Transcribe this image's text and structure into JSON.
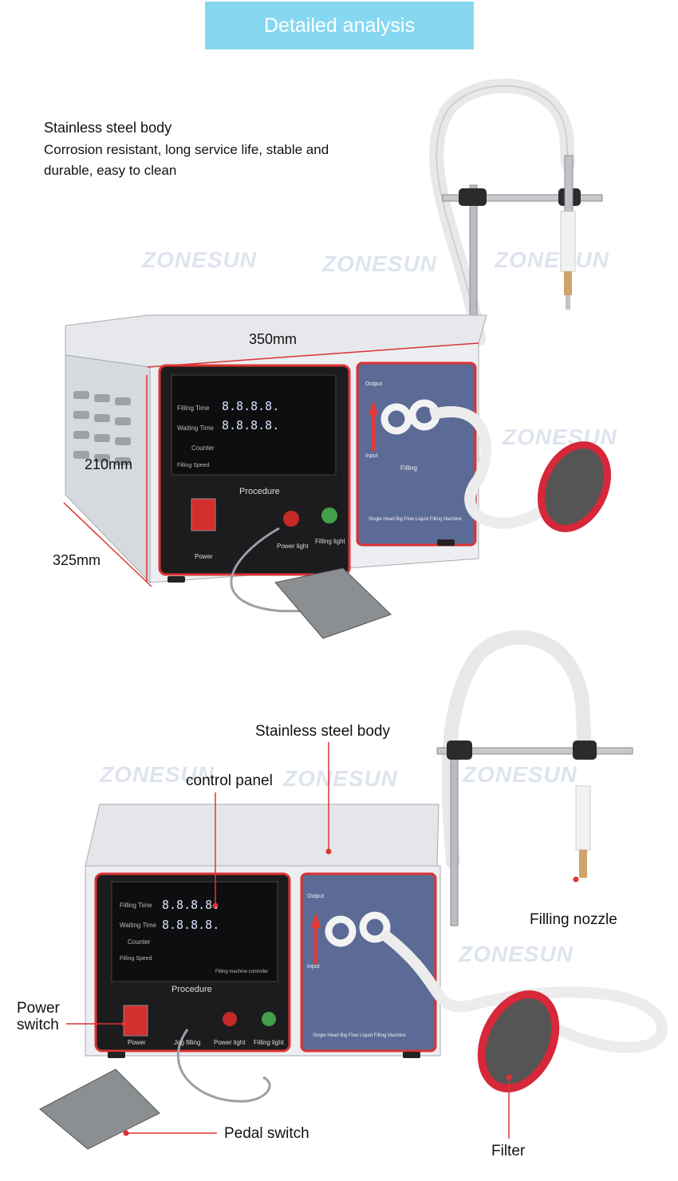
{
  "banner": {
    "title": "Detailed analysis"
  },
  "section1": {
    "heading": "Stainless steel body",
    "description_line1": "Corrosion resistant, long service life, stable and",
    "description_line2": "durable, easy to clean",
    "dim_width": "350mm",
    "dim_height": "210mm",
    "dim_depth": "325mm"
  },
  "section2": {
    "label_body": "Stainless steel body",
    "label_control_panel": "control panel",
    "label_filling_nozzle": "Filling nozzle",
    "label_power_switch_1": "Power",
    "label_power_switch_2": "switch",
    "label_pedal_switch": "Pedal switch",
    "label_filter": "Filter"
  },
  "machine_panel": {
    "filling_time": "Filling Time",
    "waiting_time": "Waiting Time",
    "counter": "Counter",
    "filling_speed": "Filling Speed",
    "controller": "Filling machine controller",
    "procedure": "Procedure",
    "power": "Power",
    "jog_filling": "Jog filling",
    "power_light": "Power light",
    "filling_light": "Filling light",
    "output": "Output",
    "input": "Input",
    "filling": "Filling",
    "machine_name": "Single Head Big Flow Liquid Filling Machine",
    "display_digits": "8.8.8.8."
  },
  "watermark": "ZONESUN",
  "colors": {
    "banner": "#86d8f1",
    "accent_red": "#e53935",
    "panel_blue": "#5a6b96"
  }
}
